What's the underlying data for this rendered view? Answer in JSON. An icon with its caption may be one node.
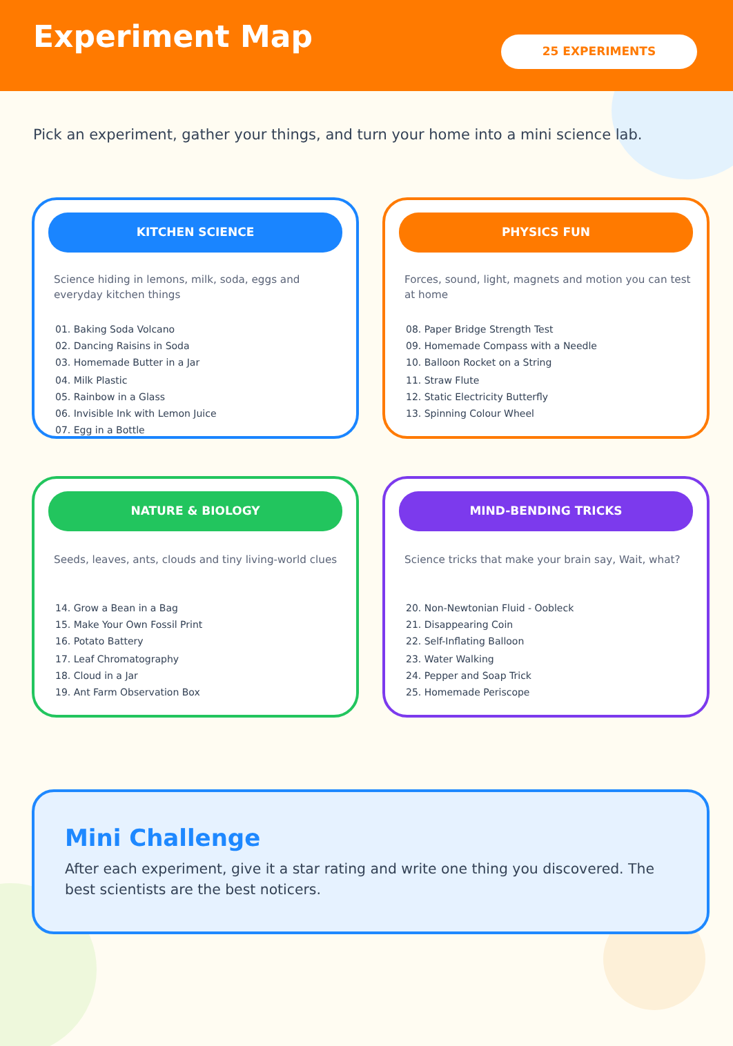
{
  "diagram": {
    "title": "Experiment Map",
    "nodes": [
      {
        "text": [
          "25 EXPERIMENTS"
        ]
      },
      {
        "text": [
          "Science hiding in lemons, milk, soda, eggs and everyday kitchen things",
          "01. Baking Soda Volcano",
          "02. Dancing Raisins in Soda",
          "03. Homemade Butter in a Jar",
          "04. Milk Plastic",
          "05. Rainbow in a Glass",
          "06. Invisible Ink with Lemon Juice",
          "07. Egg in a Bottle"
        ]
      },
      {
        "text": [
          "KITCHEN SCIENCE"
        ],
        "in": 1
      },
      {
        "text": [
          "Forces, sound, light, magnets and motion you can test at home",
          "08. Paper Bridge Strength Test",
          "09. Homemade Compass with a Needle",
          "10. Balloon Rocket on a String",
          "11. Straw Flute",
          "12. Static Electricity Butterfly",
          "13. Spinning Colour Wheel"
        ]
      },
      {
        "text": [
          "PHYSICS FUN"
        ],
        "in": 3
      },
      {
        "text": [
          "Seeds, leaves, ants, clouds and tiny living-world clues",
          "14. Grow a Bean in a Bag",
          "15. Make Your Own Fossil Print",
          "16. Potato Battery",
          "17. Leaf Chromatography",
          "18. Cloud in a Jar",
          "19. Ant Farm Observation Box"
        ]
      },
      {
        "text": [
          "NATURE & BIOLOGY"
        ],
        "in": 5
      },
      {
        "text": [
          "Science tricks that make your brain say, Wait, what?",
          "20. Non-Newtonian Fluid - Oobleck",
          "21. Disappearing Coin",
          "22. Self-Inflating Balloon",
          "23. Water Walking",
          "24. Pepper and Soap Trick",
          "25. Homemade Periscope"
        ]
      },
      {
        "text": [
          "MIND-BENDING TRICKS"
        ],
        "in": 7
      },
      {
        "text": [
          "Mini Challenge",
          "After each experiment, give it a star rating and write one thing you discovered. The best scientists are the best noticers."
        ]
      }
    ],
    "labels": [
      "Pick an experiment, gather your things, and turn your home into a mini science lab."
    ]
  }
}
